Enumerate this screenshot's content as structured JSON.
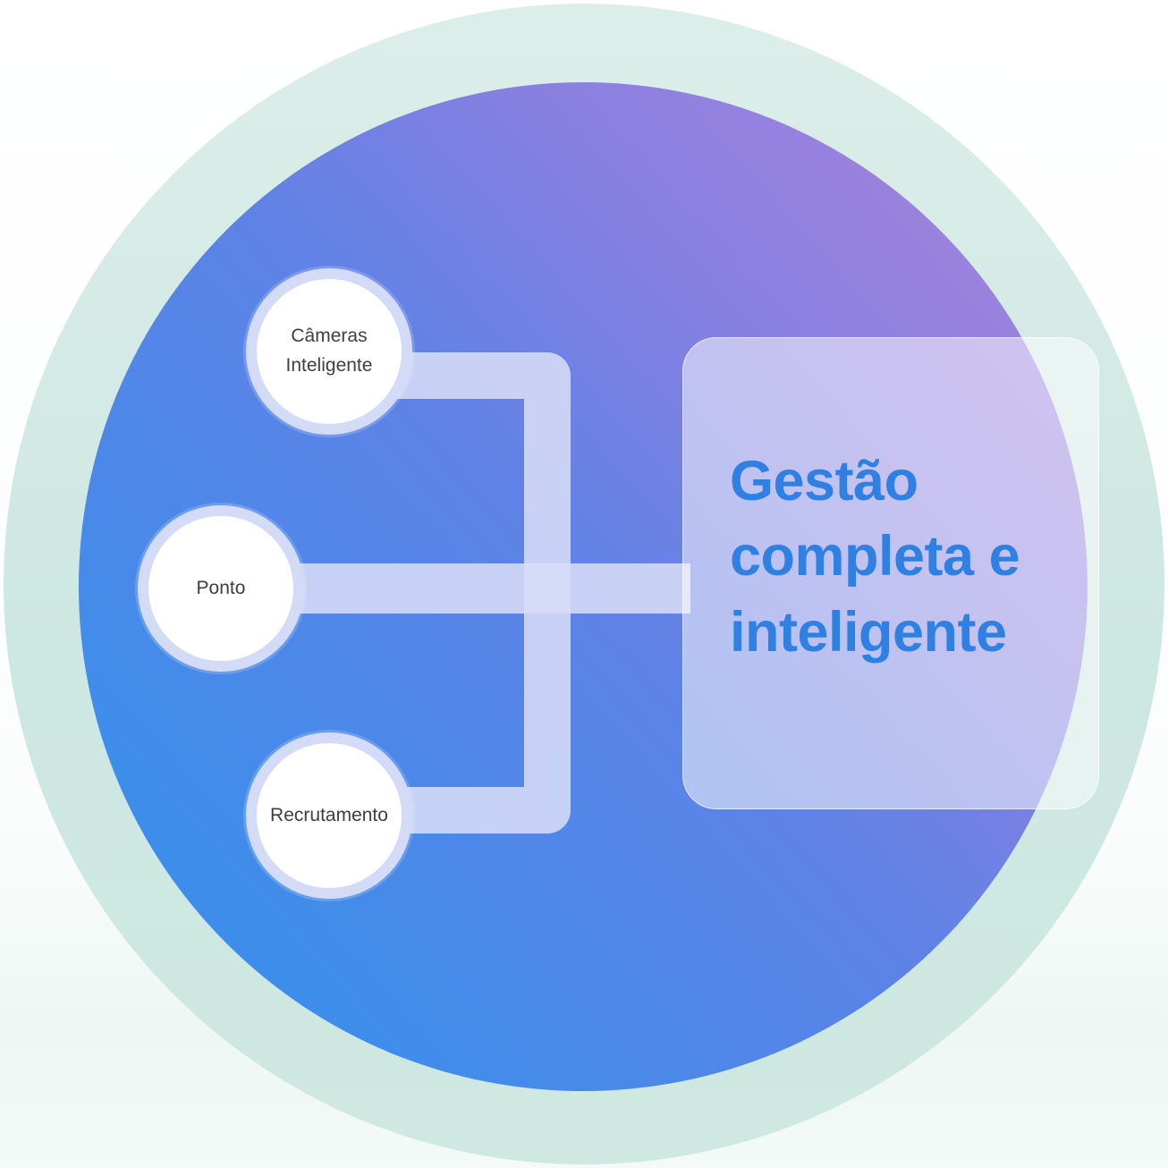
{
  "diagram": {
    "nodes": [
      {
        "id": "cameras-inteligente",
        "label": "Câmeras\nInteligente"
      },
      {
        "id": "ponto",
        "label": "Ponto"
      },
      {
        "id": "recrutamento",
        "label": "Recrutamento"
      }
    ],
    "panel": {
      "title": "Gestão\ncompleta e\ninteligente"
    },
    "colors": {
      "accent_blue": "#2E80E2",
      "main_circle_gradient_start": "#3F8DEB",
      "main_circle_gradient_end": "#9D82DE",
      "halo_mint": "#CDE7E2",
      "connector": "#D7DCF7",
      "node_ring": "#D4DBF6",
      "node_fill": "#FFFFFF",
      "label_text": "#3A4049",
      "panel_fill": "rgba(255,255,255,0.52)"
    }
  }
}
